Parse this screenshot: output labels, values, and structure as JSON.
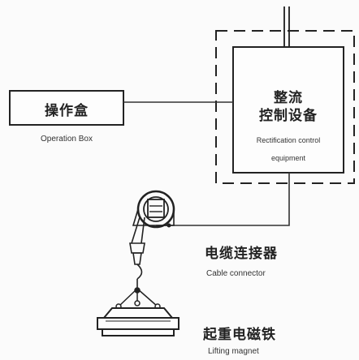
{
  "operation_box": {
    "label_zh": "操作盒",
    "label_en": "Operation Box"
  },
  "rectification": {
    "label_zh_line1": "整流",
    "label_zh_line2": "控制设备",
    "label_en_line1": "Rectification control",
    "label_en_line2": "equipment"
  },
  "cable_connector": {
    "label_zh": "电缆连接器",
    "label_en": "Cable connector"
  },
  "lifting_magnet": {
    "label_zh": "起重电磁铁",
    "label_en": "Lifting magnet"
  }
}
